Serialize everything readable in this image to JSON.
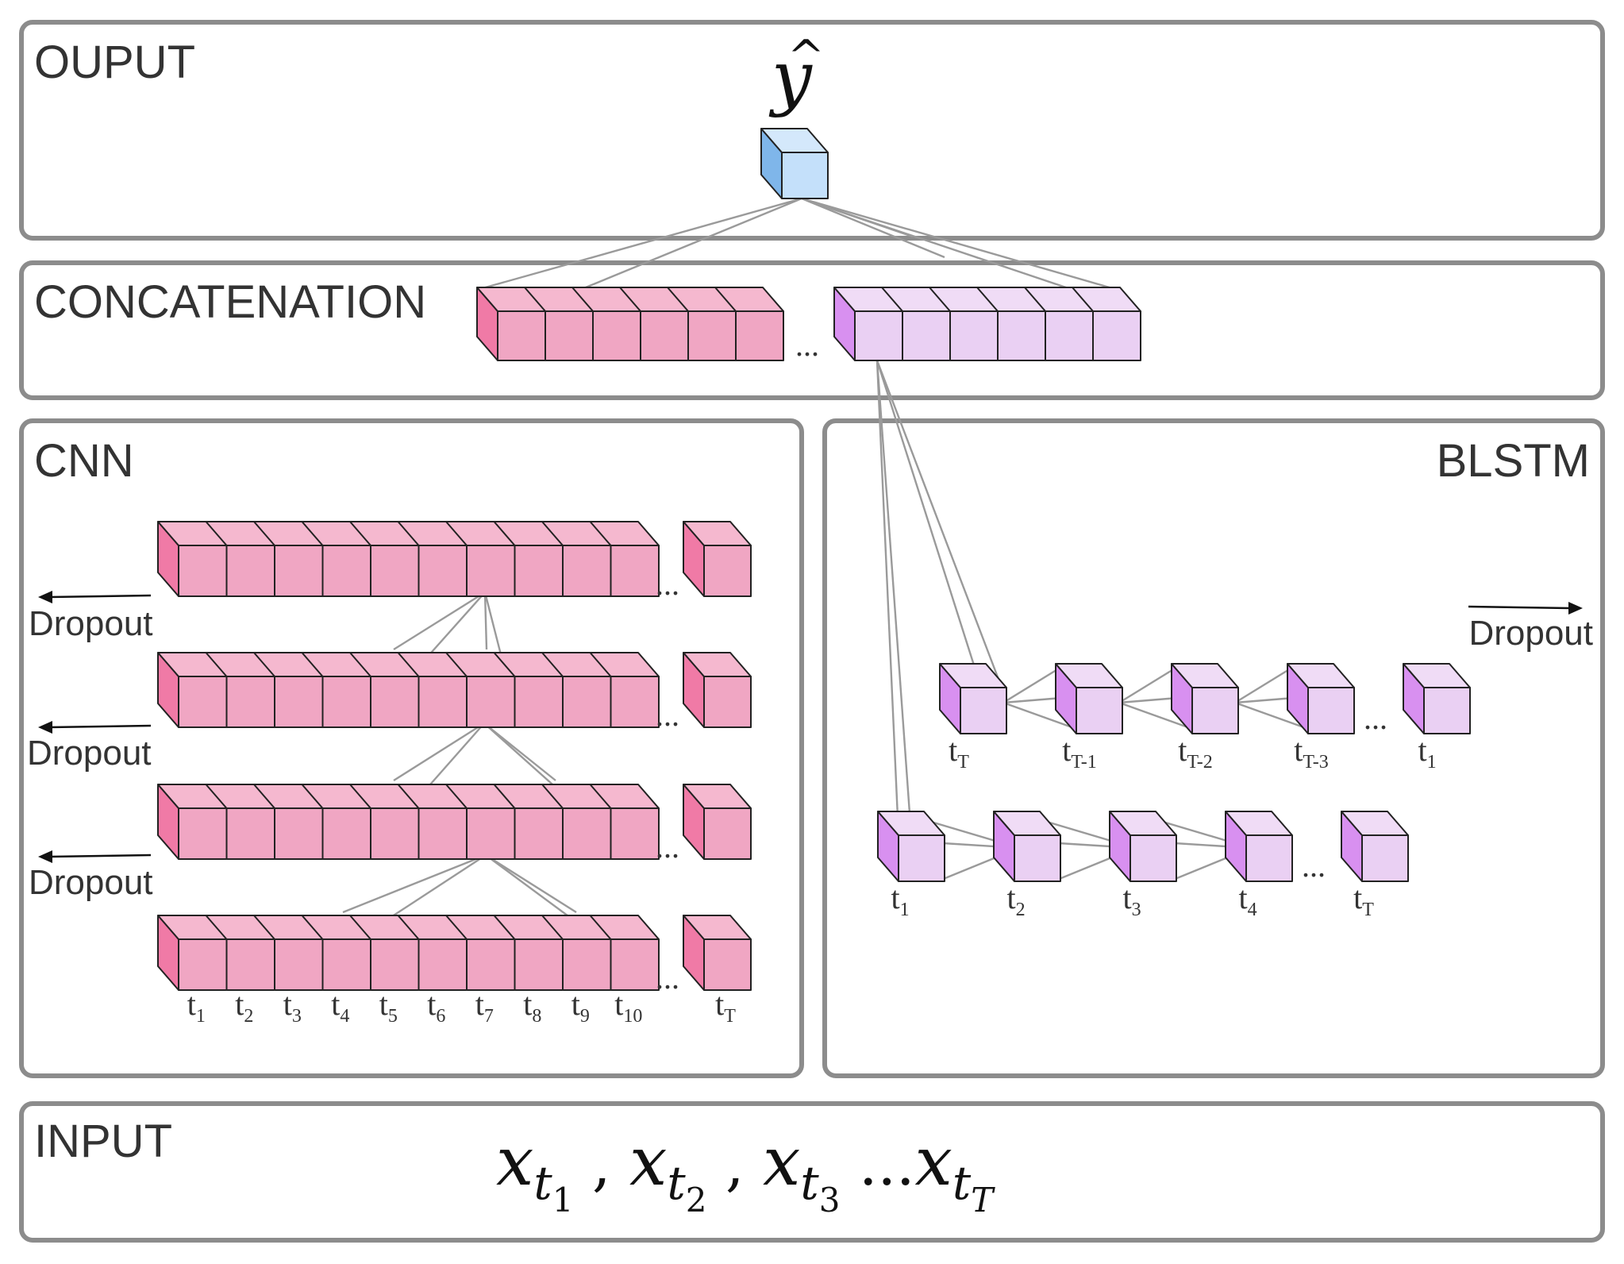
{
  "panels": {
    "output": "OUPUT",
    "concatenation": "CONCATENATION",
    "cnn": "CNN",
    "blstm": "BLSTM",
    "input": "INPUT"
  },
  "output_symbol": "y",
  "output_hat": "^",
  "dropout_label": "Dropout",
  "ellipsis": "...",
  "cnn_time_labels": [
    {
      "base": "t",
      "sub": "1"
    },
    {
      "base": "t",
      "sub": "2"
    },
    {
      "base": "t",
      "sub": "3"
    },
    {
      "base": "t",
      "sub": "4"
    },
    {
      "base": "t",
      "sub": "5"
    },
    {
      "base": "t",
      "sub": "6"
    },
    {
      "base": "t",
      "sub": "7"
    },
    {
      "base": "t",
      "sub": "8"
    },
    {
      "base": "t",
      "sub": "9"
    },
    {
      "base": "t",
      "sub": "10"
    }
  ],
  "cnn_last_label": {
    "base": "t",
    "sub": "T"
  },
  "blstm_backward_labels": [
    {
      "base": "t",
      "sub": "T"
    },
    {
      "base": "t",
      "sub": "T-1"
    },
    {
      "base": "t",
      "sub": "T-2"
    },
    {
      "base": "t",
      "sub": "T-3"
    },
    {
      "base": "t",
      "sub": "1"
    }
  ],
  "blstm_forward_labels": [
    {
      "base": "t",
      "sub": "1"
    },
    {
      "base": "t",
      "sub": "2"
    },
    {
      "base": "t",
      "sub": "3"
    },
    {
      "base": "t",
      "sub": "4"
    },
    {
      "base": "t",
      "sub": "T"
    }
  ],
  "input_sequence": [
    {
      "base": "x",
      "sub": "t",
      "subsub": "1",
      "sep": ","
    },
    {
      "base": "x",
      "sub": "t",
      "subsub": "2",
      "sep": ","
    },
    {
      "base": "x",
      "sub": "t",
      "subsub": "3",
      "sep": "..."
    },
    {
      "base": "x",
      "sub": "t",
      "subsub": "T",
      "sep": ""
    }
  ],
  "colors": {
    "cnn_front": "#f0a6c3",
    "cnn_top": "#f5b8cf",
    "cnn_side": "#f07aa6",
    "blstm_front": "#ead0f3",
    "blstm_top": "#f0dcf6",
    "blstm_side": "#d890f0",
    "output_front": "#c4e0fa",
    "output_top": "#d4e8fb",
    "output_side": "#7fb6ea"
  }
}
